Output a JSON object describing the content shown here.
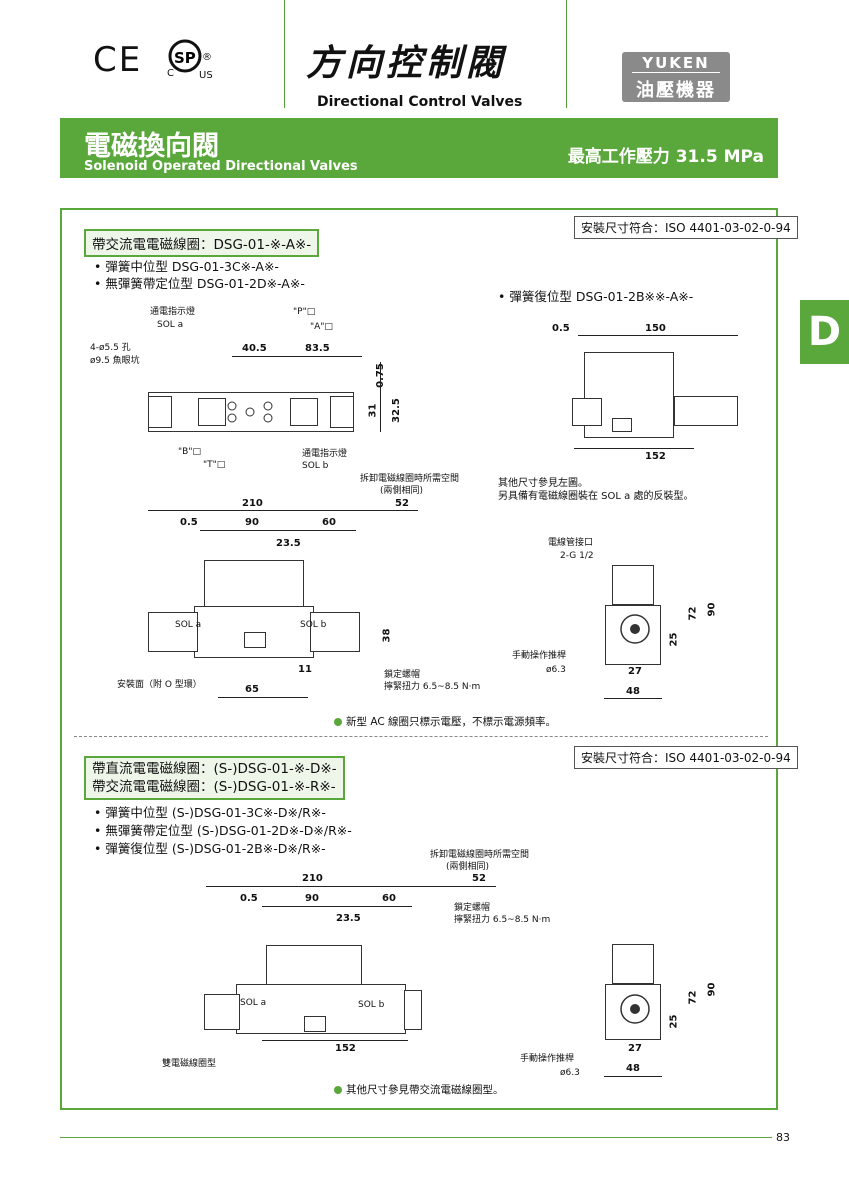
{
  "header": {
    "cert_ce": "CE",
    "cert_csa_c": "C",
    "cert_csa_us": "US",
    "cert_csa_r": "®",
    "title_cn": "方向控制閥",
    "title_en": "Directional Control Valves",
    "brand_top": "YUKEN",
    "brand_bottom": "油壓機器"
  },
  "banner": {
    "title_cn": "電磁換向閥",
    "title_en": "Solenoid Operated Directional Valves",
    "pressure": "最高工作壓力  31.5 MPa"
  },
  "side_tab": "D",
  "section1": {
    "standard": "安裝尺寸符合：ISO 4401-03-02-0-94",
    "heading": "帶交流電電磁線圈：DSG-01-※-A※-",
    "items": [
      "彈簧中位型  DSG-01-3C※-A※-",
      "無彈簧帶定位型  DSG-01-2D※-A※-"
    ],
    "item_right": "彈簧復位型  DSG-01-2B※※-A※-",
    "labels": {
      "sol_a_ind": "通電指示燈",
      "sol_a": "SOL a",
      "p_port": "\"P\"□",
      "a_port": "\"A\"□",
      "holes": "4-ø5.5 孔",
      "cbore": "ø9.5 魚眼坑",
      "b_port": "\"B\"□",
      "t_port": "\"T\"□",
      "sol_b_ind": "通電指示燈",
      "sol_b": "SOL b",
      "removal": "拆卸電磁線圈時所需空間",
      "both_sides": "(兩側相同)",
      "mount_face": "安裝面（附 O 型環）",
      "bolt": "鎖定螺帽",
      "torque": "擰緊扭力 6.5~8.5 N·m",
      "conduit": "電線管接口",
      "conduit_size": "2-G 1/2",
      "manual": "手動操作推桿",
      "manual_dia": "ø6.3",
      "sol_a_small": "SOL a",
      "sol_b_small": "SOL b",
      "see_left": "其他尺寸參見左圖。",
      "reverse": "另具備有電磁線圈裝在 SOL a 處的反裝型。",
      "ac_note": "新型 AC 線圈只標示電壓，不標示電源頻率。"
    },
    "dims": {
      "d40_5": "40.5",
      "d83_5": "83.5",
      "d0_75": "0.75",
      "d31": "31",
      "d32_5": "32.5",
      "d210": "210",
      "d0_5": "0.5",
      "d90": "90",
      "d60": "60",
      "d23_5": "23.5",
      "d52": "52",
      "d38": "38",
      "d11": "11",
      "d65": "65",
      "r0_5": "0.5",
      "r150": "150",
      "r152": "152",
      "e72": "72",
      "e90": "90",
      "e25": "25",
      "e27": "27",
      "e48": "48"
    }
  },
  "section2": {
    "standard": "安裝尺寸符合：ISO 4401-03-02-0-94",
    "heading1": "帶直流電電磁線圈：(S-)DSG-01-※-D※-",
    "heading2": "帶交流電電磁線圈：(S-)DSG-01-※-R※-",
    "items": [
      "彈簧中位型  (S-)DSG-01-3C※-D※/R※-",
      "無彈簧帶定位型  (S-)DSG-01-2D※-D※/R※-",
      "彈簧復位型  (S-)DSG-01-2B※-D※/R※-"
    ],
    "labels": {
      "removal": "拆卸電磁線圈時所需空間",
      "both_sides": "(兩側相同)",
      "bolt": "鎖定螺帽",
      "torque": "擰緊扭力 6.5~8.5 N·m",
      "double": "雙電磁線圈型",
      "manual": "手動操作推桿",
      "manual_dia": "ø6.3",
      "sol_a_small": "SOL a",
      "sol_b_small": "SOL b",
      "other": "其他尺寸參見帶交流電磁線圈型。"
    },
    "dims": {
      "d210": "210",
      "d52": "52",
      "d0_5": "0.5",
      "d90": "90",
      "d60": "60",
      "d23_5": "23.5",
      "d152": "152",
      "e72": "72",
      "e90": "90",
      "e25": "25",
      "e27": "27",
      "e48": "48"
    }
  },
  "footer": {
    "page": "83"
  },
  "colors": {
    "accent": "#5aa83c",
    "brand_bg": "#8a8a8a"
  }
}
